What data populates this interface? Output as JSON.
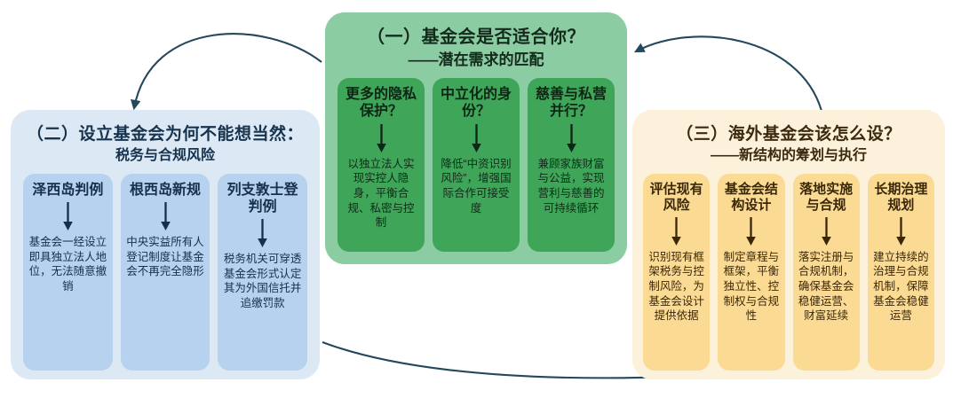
{
  "colors": {
    "green_panel": "#8ccca2",
    "green_card": "#3fa659",
    "blue_panel": "#dce9f5",
    "blue_card": "#b7d2ee",
    "orange_panel": "#fcf1da",
    "orange_card": "#fbdb93",
    "arrow": "#24485c",
    "background": "#ffffff"
  },
  "green_section": {
    "title": "（一）基金会是否适合你？",
    "subtitle": "——潜在需求的匹配",
    "cards": [
      {
        "title": "更多的隐私保护？",
        "arrow_icon": "down-arrow-icon",
        "body": "以独立法人实现实控人隐身，平衡合规、私密与控制"
      },
      {
        "title": "中立化的身份？",
        "arrow_icon": "down-arrow-icon",
        "body": "降低“中资识别风险”，增强国际合作可接受度"
      },
      {
        "title": "慈善与私营并行？",
        "arrow_icon": "down-arrow-icon",
        "body": "兼顾家族财富与公益，实现营利与慈善的可持续循环"
      }
    ]
  },
  "blue_section": {
    "title": "（二）设立基金会为何不能想当然：",
    "subtitle": "税务与合规风险",
    "cards": [
      {
        "title": "泽西岛判例",
        "arrow_icon": "down-arrow-icon",
        "body": "基金会一经设立即具独立法人地位，无法随意撤销"
      },
      {
        "title": "根西岛新规",
        "arrow_icon": "down-arrow-icon",
        "body": "中央实益所有人登记制度让基金会不再完全隐形"
      },
      {
        "title": "列支敦士登判例",
        "arrow_icon": "down-arrow-icon",
        "body": "税务机关可穿透基金会形式认定其为外国信托并追缴罚款"
      }
    ]
  },
  "orange_section": {
    "title": "（三）海外基金会该怎么设？",
    "subtitle": "——新结构的筹划与执行",
    "cards": [
      {
        "title": "评估现有风险",
        "arrow_icon": "down-arrow-icon",
        "body": "识别现有框架税务与控制风险，为基金会设计提供依据"
      },
      {
        "title": "基金会结构设计",
        "arrow_icon": "down-arrow-icon",
        "body": "制定章程与框架，平衡独立性、控制权与合规性"
      },
      {
        "title": "落地实施与合规",
        "arrow_icon": "down-arrow-icon",
        "body": "落实注册与合规机制，确保基金会稳健运营、财富延续"
      },
      {
        "title": "长期治理规划",
        "arrow_icon": "down-arrow-icon",
        "body": "建立持续的治理与合规机制，保障基金会稳健运营"
      }
    ]
  },
  "connectors": [
    {
      "name": "green-to-blue-arrow",
      "direction": "right-to-left"
    },
    {
      "name": "orange-to-green-arrow",
      "direction": "right-to-left"
    },
    {
      "name": "blue-to-orange-arrow",
      "direction": "left-to-right"
    }
  ]
}
